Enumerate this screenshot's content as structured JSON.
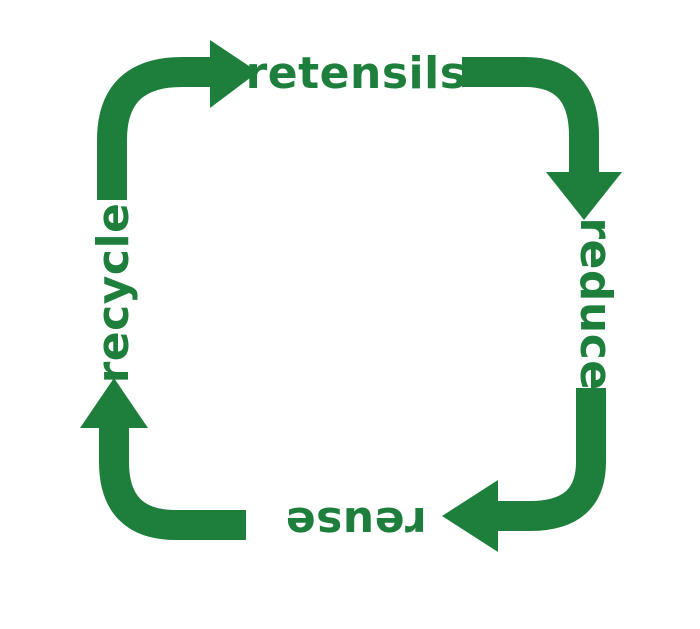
{
  "diagram": {
    "colors": {
      "accent": "#1e7f3c",
      "background": "#ffffff"
    },
    "labels": {
      "top": "retensils",
      "right": "reduce",
      "bottom": "reuse",
      "left": "recycle"
    },
    "icons": [
      "curved-arrow-icon",
      "curved-arrow-icon",
      "curved-arrow-icon",
      "curved-arrow-icon"
    ]
  }
}
